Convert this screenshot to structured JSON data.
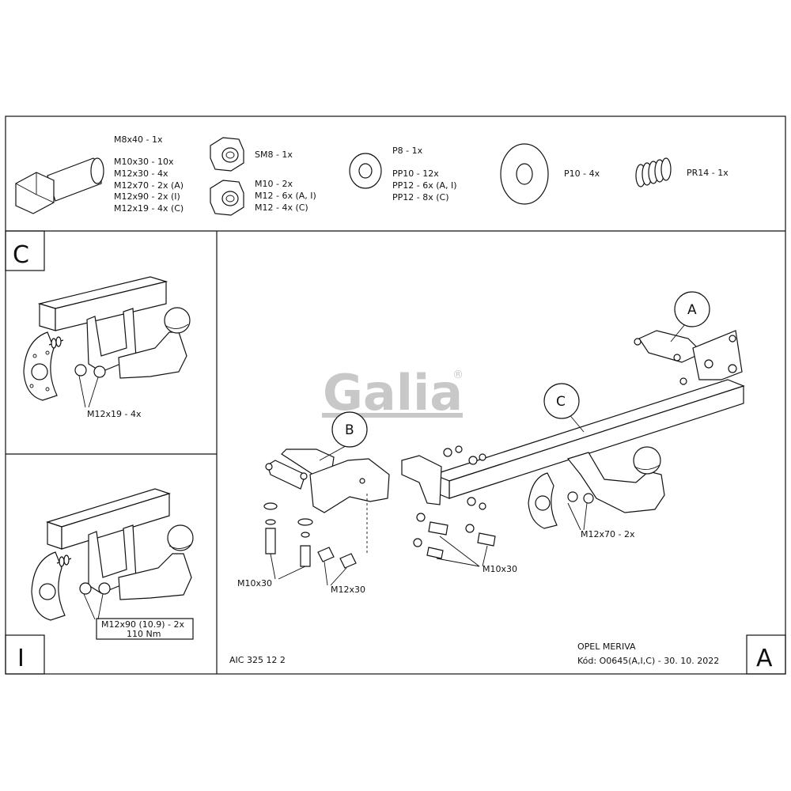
{
  "header": {
    "bolt_labels": [
      "M8x40 - 1x",
      "M10x30 - 10x",
      "M12x30 - 4x",
      "M12x70 - 2x (A)",
      "M12x90 - 2x (I)",
      "M12x19 - 4x (C)"
    ],
    "selflock_nut_labels": [
      "SM8 - 1x"
    ],
    "nut_labels": [
      "M10 - 2x",
      "M12 - 6x (A, I)",
      "M12 - 4x (C)"
    ],
    "washer_labels": [
      "P8 - 1x",
      "PP10 - 12x",
      "PP12 - 6x (A, I)",
      "PP12 - 8x (C)"
    ],
    "large_washer_labels": [
      "P10 - 4x"
    ],
    "spring_labels": [
      "PR14 - 1x"
    ]
  },
  "panel_c": {
    "letter": "C",
    "bolt_label": "M12x19 - 4x"
  },
  "panel_i": {
    "letter": "I",
    "bolt_label_line1": "M12x90 (10.9) - 2x",
    "bolt_label_line2": "110 Nm"
  },
  "main": {
    "letter": "A",
    "logo_text": "Galia",
    "logo_mark": "®",
    "callouts": [
      "A",
      "B",
      "C"
    ],
    "labels": {
      "m12x70": "M12x70 - 2x",
      "m10x30_left": "M10x30",
      "m12x30": "M12x30",
      "m10x30_right": "M10x30"
    },
    "code": "AIC 325 12 2",
    "vehicle": "OPEL MERIVA",
    "kod": "Kód: O0645(A,I,C) - 30. 10. 2022"
  },
  "colors": {
    "line": "#111111",
    "logo": "#c8c8c8"
  }
}
